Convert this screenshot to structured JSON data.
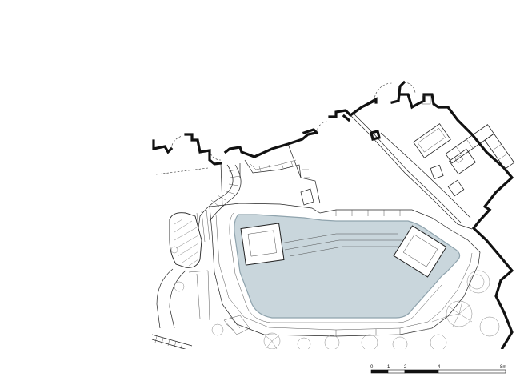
{
  "scale_bar": {
    "labels": [
      "0",
      "1",
      "2",
      "4",
      "8m"
    ],
    "values": [
      0,
      1,
      2,
      4,
      8
    ]
  },
  "colors": {
    "water": "#c9d6dc",
    "water_edge": "#8fa3ad",
    "wall": "#111111",
    "line": "#222222",
    "vegetation": "#7a7a7a"
  }
}
